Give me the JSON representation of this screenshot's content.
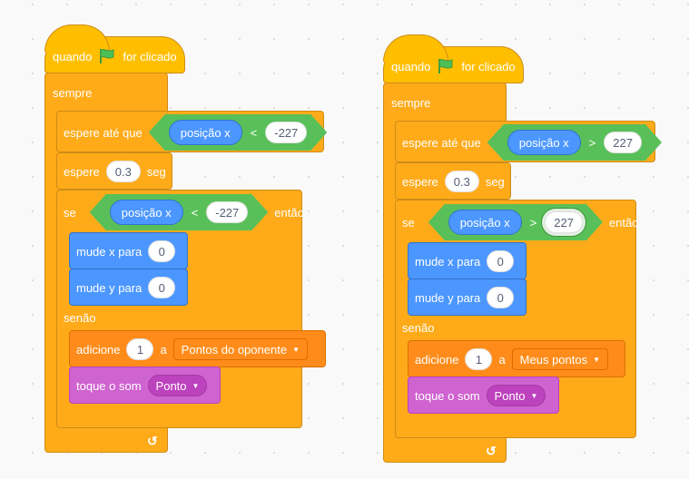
{
  "scripts": [
    {
      "hat": {
        "prefix": "quando",
        "suffix": "for clicado",
        "flag_icon": "green-flag-icon"
      },
      "forever": {
        "label": "sempre",
        "loop_icon": "loop-arrow-icon",
        "loop_glyph": "↺"
      },
      "wait_until": {
        "label": "espere até que",
        "reporter": "posição x",
        "operator": "<",
        "value": "-227"
      },
      "wait": {
        "label": "espere",
        "value": "0.3",
        "unit": "seg"
      },
      "if_else": {
        "if_label": "se",
        "reporter": "posição x",
        "operator": "<",
        "value": "-227",
        "then_label": "então",
        "else_label": "senão"
      },
      "set_x": {
        "label": "mude x para",
        "value": "0"
      },
      "set_y": {
        "label": "mude y para",
        "value": "0"
      },
      "change_var": {
        "label": "adicione",
        "value": "1",
        "to_label": "a",
        "variable": "Pontos do oponente"
      },
      "play_sound": {
        "label": "toque o som",
        "sound": "Ponto"
      }
    },
    {
      "hat": {
        "prefix": "quando",
        "suffix": "for clicado",
        "flag_icon": "green-flag-icon"
      },
      "forever": {
        "label": "sempre",
        "loop_icon": "loop-arrow-icon",
        "loop_glyph": "↺"
      },
      "wait_until": {
        "label": "espere até que",
        "reporter": "posição x",
        "operator": ">",
        "value": "227"
      },
      "wait": {
        "label": "espere",
        "value": "0.3",
        "unit": "seg"
      },
      "if_else": {
        "if_label": "se",
        "reporter": "posição x",
        "operator": ">",
        "value": "227",
        "then_label": "então",
        "else_label": "senão"
      },
      "set_x": {
        "label": "mude x para",
        "value": "0"
      },
      "set_y": {
        "label": "mude y para",
        "value": "0"
      },
      "change_var": {
        "label": "adicione",
        "value": "1",
        "to_label": "a",
        "variable": "Meus pontos"
      },
      "play_sound": {
        "label": "toque o som",
        "sound": "Ponto"
      }
    }
  ],
  "colors": {
    "events": "#ffbf00",
    "control": "#ffab19",
    "motion": "#4c97ff",
    "operators": "#59c059",
    "variables": "#ff8c1a",
    "sound": "#cf63cf",
    "flag": "#4cbf56"
  }
}
